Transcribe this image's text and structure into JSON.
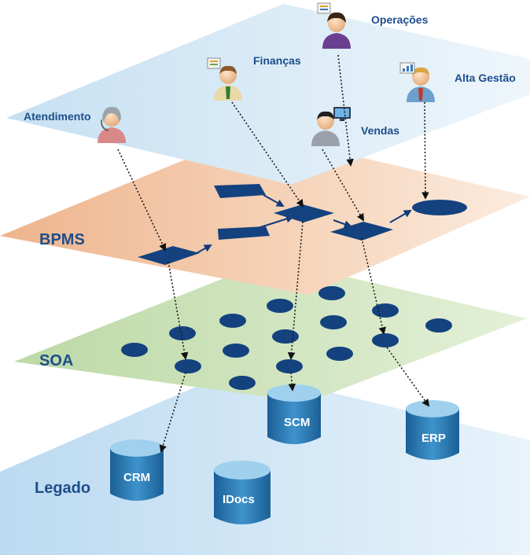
{
  "roles": [
    {
      "id": "atendimento",
      "label": "Atendimento"
    },
    {
      "id": "financas",
      "label": "Finanças"
    },
    {
      "id": "operacoes",
      "label": "Operações"
    },
    {
      "id": "vendas",
      "label": "Vendas"
    },
    {
      "id": "alta_gestao",
      "label": "Alta Gestão"
    }
  ],
  "layers": {
    "bpms": "BPMS",
    "soa": "SOA",
    "legado": "Legado"
  },
  "systems": {
    "crm": "CRM",
    "scm": "SCM",
    "erp": "ERP",
    "idocs": "IDocs"
  },
  "colors": {
    "top_plane": "#d9ebf6",
    "bpms_plane": "#f2c9a6",
    "soa_plane": "#cfe3bf",
    "legado_plane": "#cfe4f4",
    "shape_fill": "#14427f",
    "label_text": "#1d4e8a",
    "cylinder_body": "#2e7bb4",
    "cylinder_top": "#9fd0ee"
  },
  "icons": {
    "person": "person-icon",
    "document": "document-icon",
    "computer": "computer-icon",
    "chart": "chart-icon"
  }
}
